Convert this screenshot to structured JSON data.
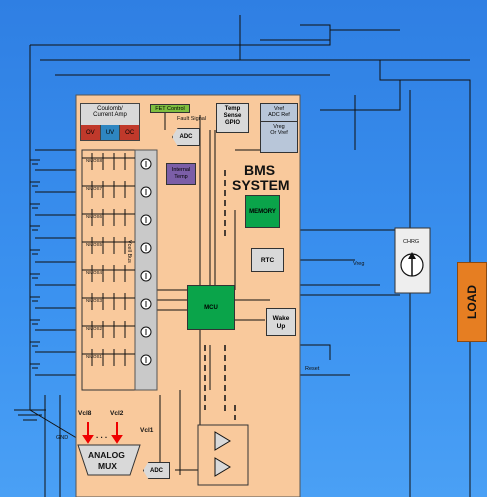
{
  "title": "BMS\nSYSTEM",
  "title_line1": "BMS",
  "title_line2": "SYSTEM",
  "coulomb": {
    "label": "Coulomb/\nCurrent Amp",
    "ov": "OV",
    "uv": "UV",
    "oc": "OC"
  },
  "fet_control": "FET Control",
  "fault_signal": "Fault Signal",
  "adc_top": "ADC",
  "temp_sense": {
    "line1": "Temp",
    "line2": "Sense",
    "line3": "GPIO"
  },
  "vref": {
    "line1": "Vref",
    "line2": "ADC Ref",
    "line3": "Vreg",
    "line4": "Or Vref"
  },
  "internal_temp": {
    "line1": "Internal",
    "line2": "Temp"
  },
  "memory": "MEMORY",
  "rtc": "RTC",
  "mcu": "MCU",
  "wake_up": {
    "line1": "Wake",
    "line2": "Up"
  },
  "analog_mux": {
    "line1": "ANALOG",
    "line2": "MUX"
  },
  "adc_bottom": "ADC",
  "vcl8": "Vcl8",
  "vcl2": "Vcl2",
  "vcl1": "Vcl1",
  "dots": ". . .",
  "chrg": "CHRG",
  "load": "LOAD",
  "vreg": "Vreg",
  "gnd": "GND",
  "reset": "Reset",
  "vcell_bus": "Vcell Bus",
  "balance_labels": [
    "NMOS8",
    "NMOS7",
    "NMOS6",
    "NMOS5",
    "NMOS4",
    "NMOS3",
    "NMOS2",
    "NMOS1"
  ],
  "colors": {
    "background": "#3b8ff0",
    "bms_panel": "#f9c99c",
    "mcu": "#0aa44a",
    "memory": "#0aa44a",
    "load": "#e67e22",
    "internal_temp": "#7b5ea7",
    "ov_uv_oc": "#c0392b",
    "uv": "#2e86c1"
  }
}
